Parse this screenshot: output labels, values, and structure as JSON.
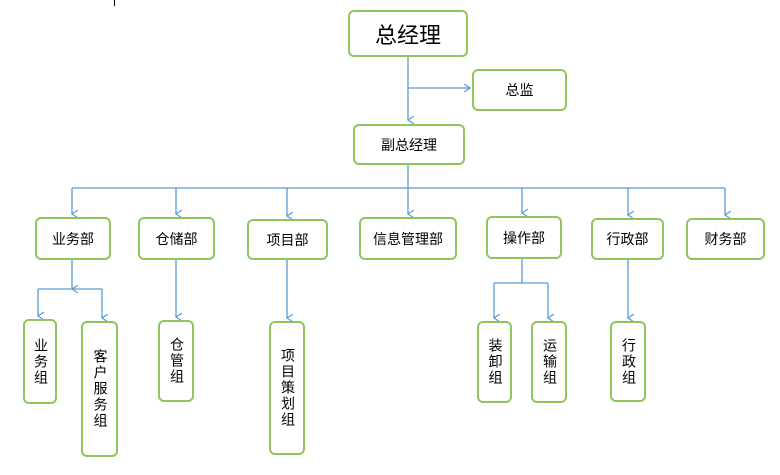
{
  "chart": {
    "root": "总经理",
    "supervisor": "总监",
    "deputy": "副总经理",
    "departments": {
      "business": "业务部",
      "warehouse": "仓储部",
      "project": "项目部",
      "info": "信息管理部",
      "operations": "操作部",
      "admin": "行政部",
      "finance": "财务部"
    },
    "groups": {
      "business_group": "业务组",
      "customer_service": "客户服务组",
      "warehouse_group": "仓管组",
      "project_planning": "项目策划组",
      "loading_unloading": "装卸组",
      "transport": "运输组",
      "admin_group": "行政组"
    }
  },
  "colors": {
    "node_border": "#8fc65a",
    "connector": "#5b9bd5"
  }
}
